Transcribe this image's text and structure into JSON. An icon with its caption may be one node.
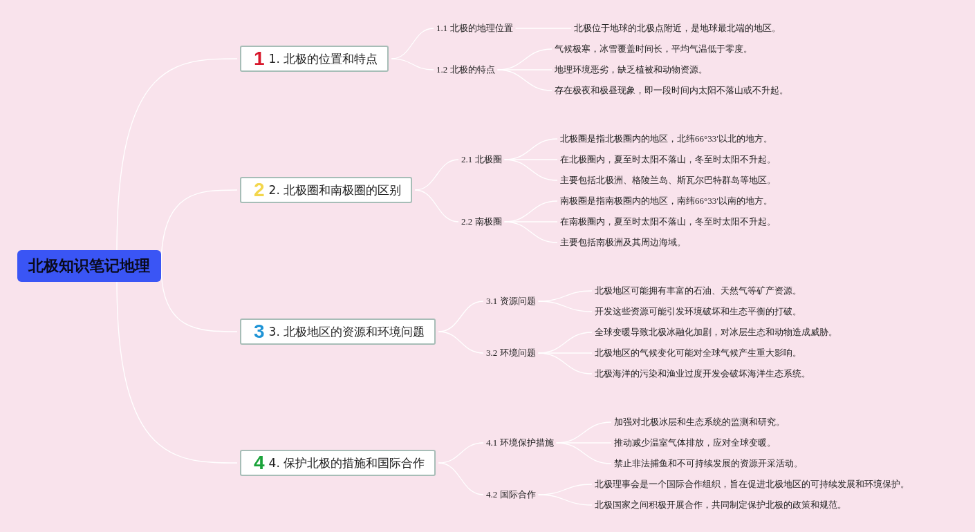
{
  "diagram": {
    "nodes": [
      {
        "text": [
          "北极知识笔记地理"
        ]
      },
      {
        "text": [
          "1",
          "1. 北极的位置和特点"
        ]
      },
      {
        "text": [
          "1.1 北极的地理位置"
        ]
      },
      {
        "text": [
          "北极位于地球的北极点附近，是地球最北端的地区。"
        ]
      },
      {
        "text": [
          "1.2 北极的特点"
        ]
      },
      {
        "text": [
          "气候极寒，冰雪覆盖时间长，平均气温低于零度。"
        ]
      },
      {
        "text": [
          "地理环境恶劣，缺乏植被和动物资源。"
        ]
      },
      {
        "text": [
          "存在极夜和极昼现象，即一段时间内太阳不落山或不升起。"
        ]
      },
      {
        "text": [
          "2",
          "2. 北极圈和南极圈的区别"
        ]
      },
      {
        "text": [
          "2.1 北极圈"
        ]
      },
      {
        "text": [
          "北极圈是指北极圈内的地区，北纬66°33′以北的地方。"
        ]
      },
      {
        "text": [
          "在北极圈内，夏至时太阳不落山，冬至时太阳不升起。"
        ]
      },
      {
        "text": [
          "主要包括北极洲、格陵兰岛、斯瓦尔巴特群岛等地区。"
        ]
      },
      {
        "text": [
          "2.2 南极圈"
        ]
      },
      {
        "text": [
          "南极圈是指南极圈内的地区，南纬66°33′以南的地方。"
        ]
      },
      {
        "text": [
          "在南极圈内，夏至时太阳不落山，冬至时太阳不升起。"
        ]
      },
      {
        "text": [
          "主要包括南极洲及其周边海域。"
        ]
      },
      {
        "text": [
          "3",
          "3. 北极地区的资源和环境问题"
        ]
      },
      {
        "text": [
          "3.1 资源问题"
        ]
      },
      {
        "text": [
          "北极地区可能拥有丰富的石油、天然气等矿产资源。"
        ]
      },
      {
        "text": [
          "开发这些资源可能引发环境破坏和生态平衡的打破。"
        ]
      },
      {
        "text": [
          "3.2 环境问题"
        ]
      },
      {
        "text": [
          "全球变暖导致北极冰融化加剧，对冰层生态和动物造成威胁。"
        ]
      },
      {
        "text": [
          "北极地区的气候变化可能对全球气候产生重大影响。"
        ]
      },
      {
        "text": [
          "北极海洋的污染和渔业过度开发会破坏海洋生态系统。"
        ]
      },
      {
        "text": [
          "4",
          "4. 保护北极的措施和国际合作"
        ]
      },
      {
        "text": [
          "4.1 环境保护措施"
        ]
      },
      {
        "text": [
          "加强对北极冰层和生态系统的监测和研究。"
        ]
      },
      {
        "text": [
          "推动减少温室气体排放，应对全球变暖。"
        ]
      },
      {
        "text": [
          "禁止非法捕鱼和不可持续发展的资源开采活动。"
        ]
      },
      {
        "text": [
          "4.2 国际合作"
        ]
      },
      {
        "text": [
          "北极理事会是一个国际合作组织，旨在促进北极地区的可持续发展和环境保护。"
        ]
      },
      {
        "text": [
          "北极国家之间积极开展合作，共同制定保护北极的政策和规范。"
        ]
      }
    ],
    "edges": [
      {
        "from": 0,
        "to": 1,
        "arrow": "none"
      },
      {
        "from": 0,
        "to": 8,
        "arrow": "none"
      },
      {
        "from": 0,
        "to": 17,
        "arrow": "none"
      },
      {
        "from": 0,
        "to": 25,
        "arrow": "none"
      },
      {
        "from": 1,
        "to": 2,
        "arrow": "none"
      },
      {
        "from": 2,
        "to": 3,
        "arrow": "none"
      },
      {
        "from": 1,
        "to": 4,
        "arrow": "none"
      },
      {
        "from": 4,
        "to": 5,
        "arrow": "none"
      },
      {
        "from": 4,
        "to": 6,
        "arrow": "none"
      },
      {
        "from": 4,
        "to": 7,
        "arrow": "none"
      },
      {
        "from": 8,
        "to": 9,
        "arrow": "none"
      },
      {
        "from": 9,
        "to": 10,
        "arrow": "none"
      },
      {
        "from": 9,
        "to": 11,
        "arrow": "none"
      },
      {
        "from": 9,
        "to": 12,
        "arrow": "none"
      },
      {
        "from": 8,
        "to": 13,
        "arrow": "none"
      },
      {
        "from": 13,
        "to": 14,
        "arrow": "none"
      },
      {
        "from": 13,
        "to": 15,
        "arrow": "none"
      },
      {
        "from": 13,
        "to": 16,
        "arrow": "none"
      },
      {
        "from": 17,
        "to": 18,
        "arrow": "none"
      },
      {
        "from": 18,
        "to": 19,
        "arrow": "none"
      },
      {
        "from": 18,
        "to": 20,
        "arrow": "none"
      },
      {
        "from": 17,
        "to": 21,
        "arrow": "none"
      },
      {
        "from": 21,
        "to": 22,
        "arrow": "none"
      },
      {
        "from": 21,
        "to": 23,
        "arrow": "none"
      },
      {
        "from": 21,
        "to": 24,
        "arrow": "none"
      },
      {
        "from": 25,
        "to": 26,
        "arrow": "none"
      },
      {
        "from": 26,
        "to": 27,
        "arrow": "none"
      },
      {
        "from": 26,
        "to": 28,
        "arrow": "none"
      },
      {
        "from": 26,
        "to": 29,
        "arrow": "none"
      },
      {
        "from": 25,
        "to": 30,
        "arrow": "none"
      },
      {
        "from": 30,
        "to": 31,
        "arrow": "none"
      },
      {
        "from": 30,
        "to": 32,
        "arrow": "none"
      }
    ]
  }
}
